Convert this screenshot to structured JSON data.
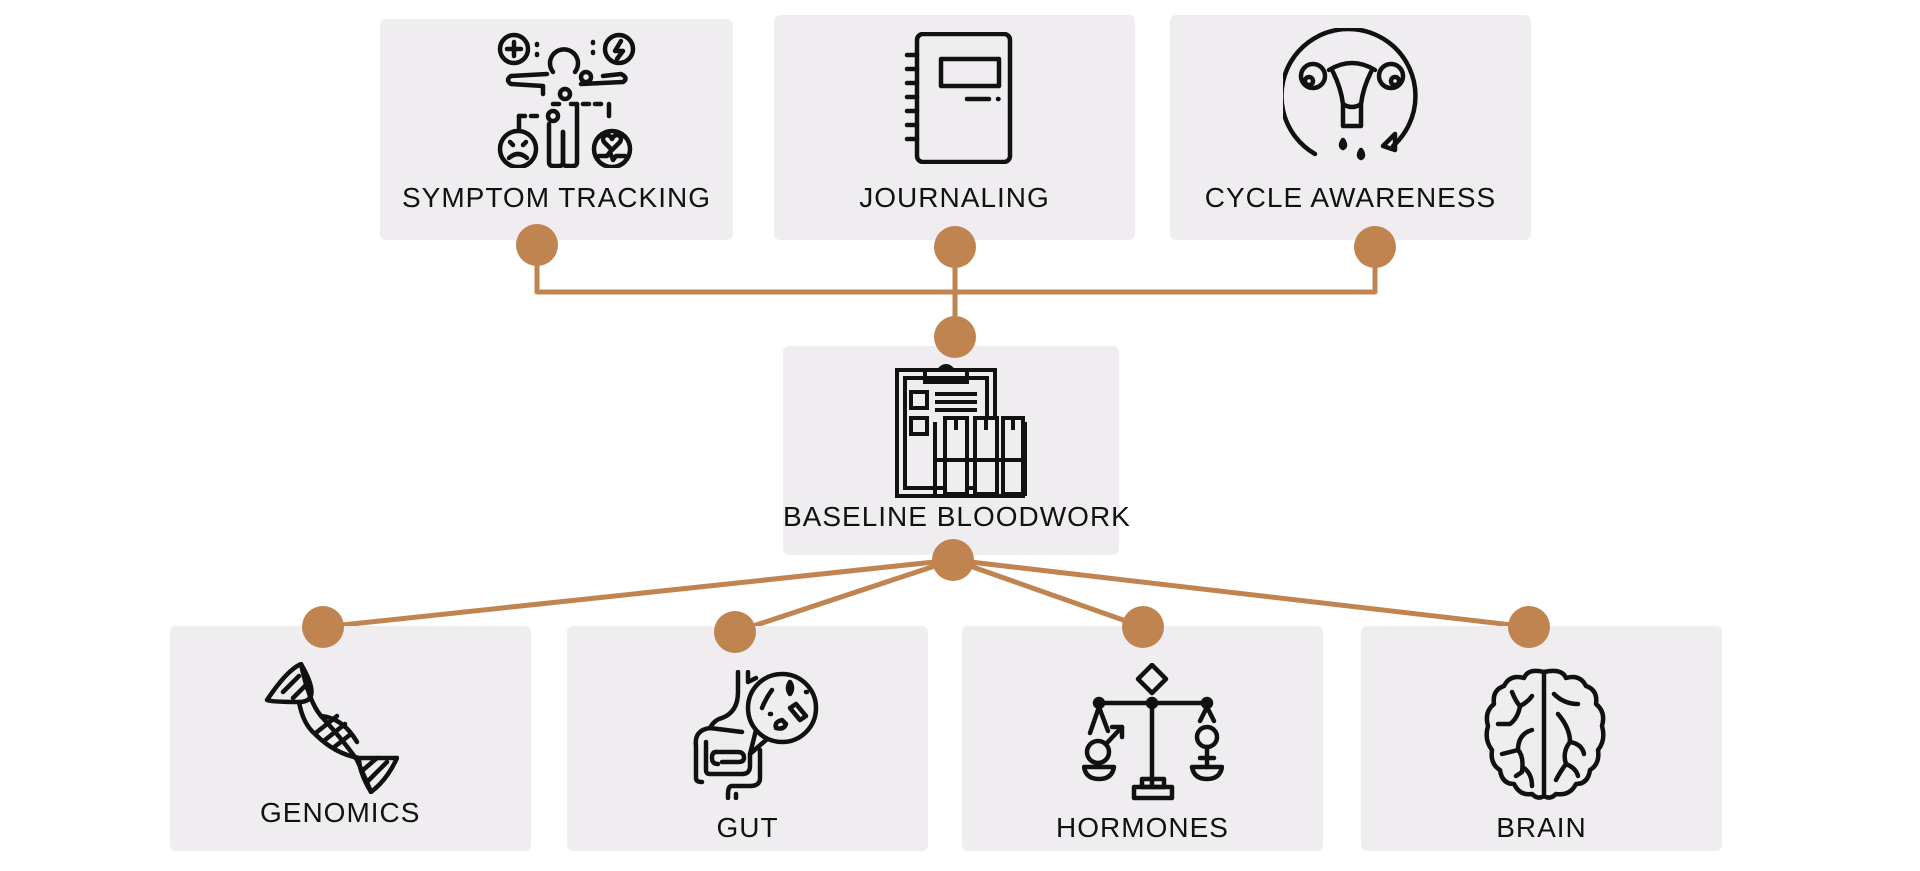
{
  "accent_color": "#bf844f",
  "card_color": "#efedf0",
  "top_row": [
    {
      "id": "symptom-tracking",
      "label": "SYMPTOM TRACKING",
      "icon": "body-symptoms-icon"
    },
    {
      "id": "journaling",
      "label": "JOURNALING",
      "icon": "notebook-icon"
    },
    {
      "id": "cycle-awareness",
      "label": "CYCLE AWARENESS",
      "icon": "uterus-cycle-icon"
    }
  ],
  "center": {
    "id": "baseline-bloodwork",
    "label": "BASELINE BLOODWORK",
    "icon": "clipboard-test-tubes-icon"
  },
  "bottom_row": [
    {
      "id": "genomics",
      "label": "GENOMICS",
      "icon": "dna-icon"
    },
    {
      "id": "gut",
      "label": "GUT",
      "icon": "intestines-microbiome-icon"
    },
    {
      "id": "hormones",
      "label": "HORMONES",
      "icon": "gender-scale-icon"
    },
    {
      "id": "brain",
      "label": "BRAIN",
      "icon": "brain-icon"
    }
  ],
  "edges": [
    {
      "from": "symptom-tracking",
      "to": "baseline-bloodwork"
    },
    {
      "from": "journaling",
      "to": "baseline-bloodwork"
    },
    {
      "from": "cycle-awareness",
      "to": "baseline-bloodwork"
    },
    {
      "from": "baseline-bloodwork",
      "to": "genomics"
    },
    {
      "from": "baseline-bloodwork",
      "to": "gut"
    },
    {
      "from": "baseline-bloodwork",
      "to": "hormones"
    },
    {
      "from": "baseline-bloodwork",
      "to": "brain"
    }
  ]
}
